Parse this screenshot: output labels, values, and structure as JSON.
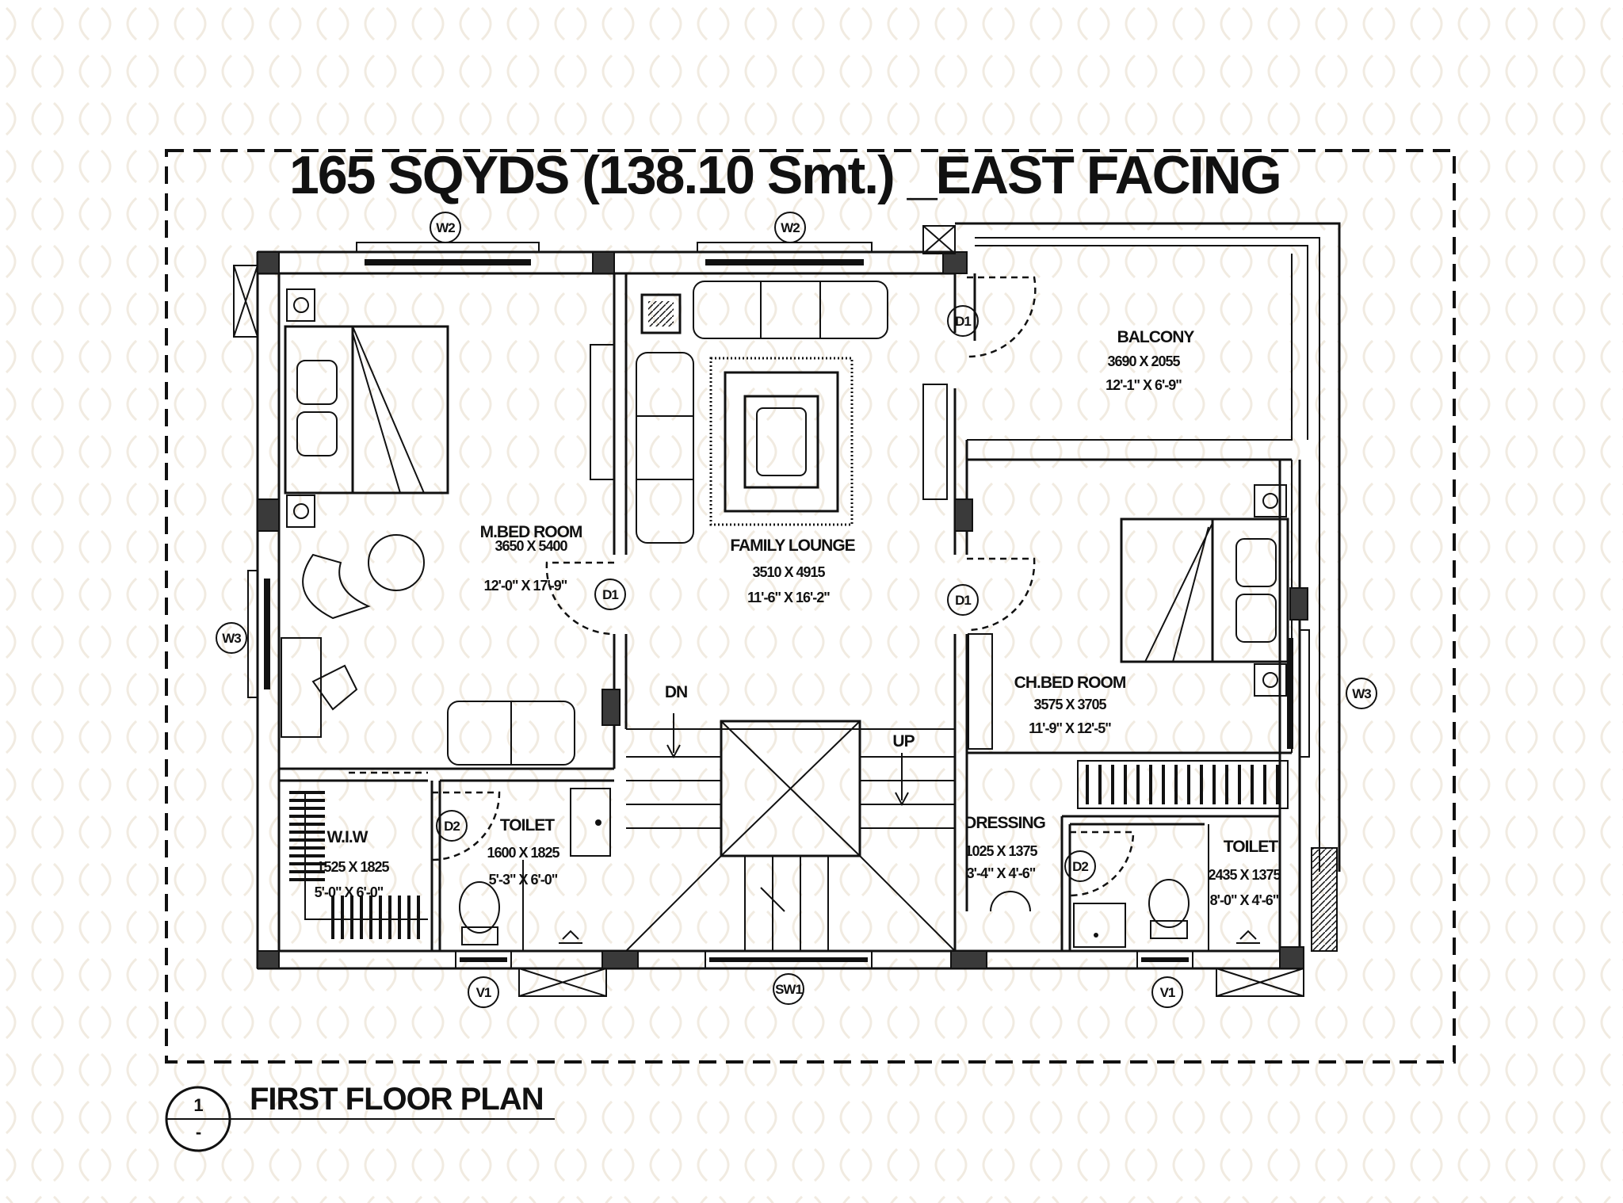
{
  "title": "165 SQYDS (138.10 Smt.) _EAST FACING",
  "caption": {
    "label": "FIRST FLOOR PLAN",
    "number": "1",
    "sub": "-"
  },
  "rooms": {
    "balcony": {
      "name": "BALCONY",
      "mm": "3690 X 2055",
      "ft": "12'-1\" X 6'-9\""
    },
    "master_bed": {
      "name": "M.BED ROOM",
      "mm": "3650 X 5400",
      "ft": "12'-0\" X 17'-9\""
    },
    "family_lounge": {
      "name": "FAMILY LOUNGE",
      "mm": "3510 X 4915",
      "ft": "11'-6\" X 16'-2\""
    },
    "child_bed": {
      "name": "CH.BED ROOM",
      "mm": "3575 X 3705",
      "ft": "11'-9\" X 12'-5\""
    },
    "wiw": {
      "name": "W.I.W",
      "mm": "1525 X 1825",
      "ft": "5'-0\" X 6'-0\""
    },
    "toilet1": {
      "name": "TOILET",
      "mm": "1600 X 1825",
      "ft": "5'-3\" X 6'-0\""
    },
    "dressing": {
      "name": "DRESSING",
      "mm": "1025 X 1375",
      "ft": "3'-4\" X 4'-6\""
    },
    "toilet2": {
      "name": "TOILET",
      "mm": "2435 X 1375",
      "ft": "8'-0\" X 4'-6\""
    }
  },
  "stair": {
    "down": "DN",
    "up": "UP"
  },
  "tags": {
    "w2": "W2",
    "w3": "W3",
    "d1": "D1",
    "d2": "D2",
    "v1": "V1",
    "sw1": "SW1"
  }
}
